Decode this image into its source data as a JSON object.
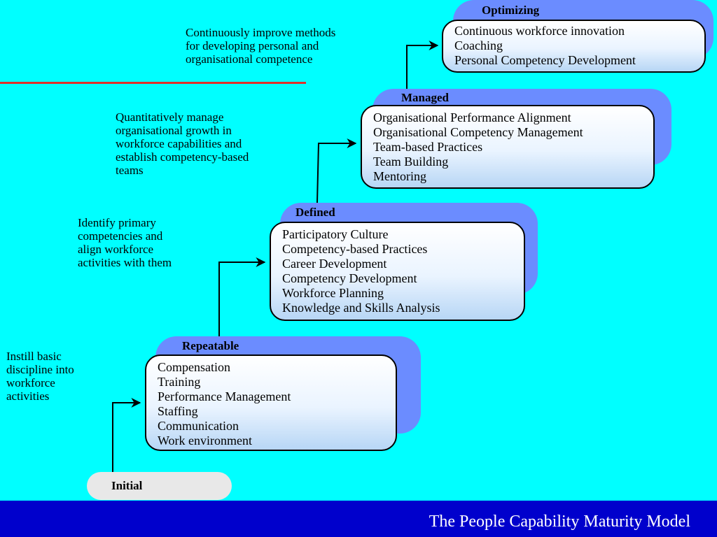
{
  "levels": {
    "initial": {
      "title": "Initial"
    },
    "repeatable": {
      "title": "Repeatable",
      "items": [
        "Compensation",
        "Training",
        "Performance Management",
        "Staffing",
        "Communication",
        "Work environment"
      ],
      "description": [
        "Instill basic",
        "discipline into",
        "workforce",
        "activities"
      ]
    },
    "defined": {
      "title": "Defined",
      "items": [
        "Participatory Culture",
        "Competency-based Practices",
        "Career Development",
        "Competency Development",
        "Workforce Planning",
        "Knowledge and Skills Analysis"
      ],
      "description": [
        "Identify primary",
        "competencies and",
        "align workforce",
        "activities with them"
      ]
    },
    "managed": {
      "title": "Managed",
      "items": [
        "Organisational Performance Alignment",
        "Organisational Competency Management",
        "Team-based Practices",
        "Team Building",
        "Mentoring"
      ],
      "description": [
        "Quantitatively manage",
        "organisational growth in",
        "workforce capabilities and",
        "establish competency-based",
        "teams"
      ]
    },
    "optimizing": {
      "title": "Optimizing",
      "items": [
        "Continuous workforce innovation",
        "Coaching",
        "Personal Competency Development"
      ],
      "description": [
        "Continuously improve methods",
        "for developing personal and",
        "organisational competence"
      ]
    }
  },
  "footer": {
    "title": "The People Capability Maturity Model"
  },
  "colors": {
    "background": "#00ffff",
    "tab": "#6b8cff",
    "footer": "#0000cc",
    "accent_line": "#e0302a"
  }
}
